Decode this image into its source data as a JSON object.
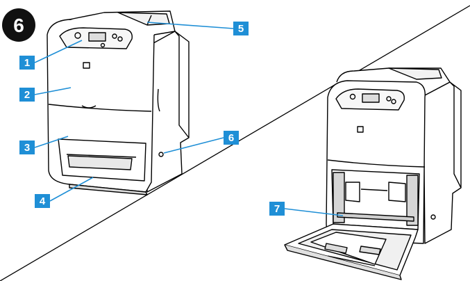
{
  "figure": {
    "step_number": "6",
    "accent_color": "#1f8fd6",
    "callouts": [
      {
        "label": "1",
        "part": "control-panel"
      },
      {
        "label": "2",
        "part": "upper-front-door"
      },
      {
        "label": "3",
        "part": "lower-front-door"
      },
      {
        "label": "4",
        "part": "paper-tray"
      },
      {
        "label": "5",
        "part": "top-output-bin"
      },
      {
        "label": "6",
        "part": "side-port"
      },
      {
        "label": "7",
        "part": "tray-1-open"
      }
    ]
  }
}
